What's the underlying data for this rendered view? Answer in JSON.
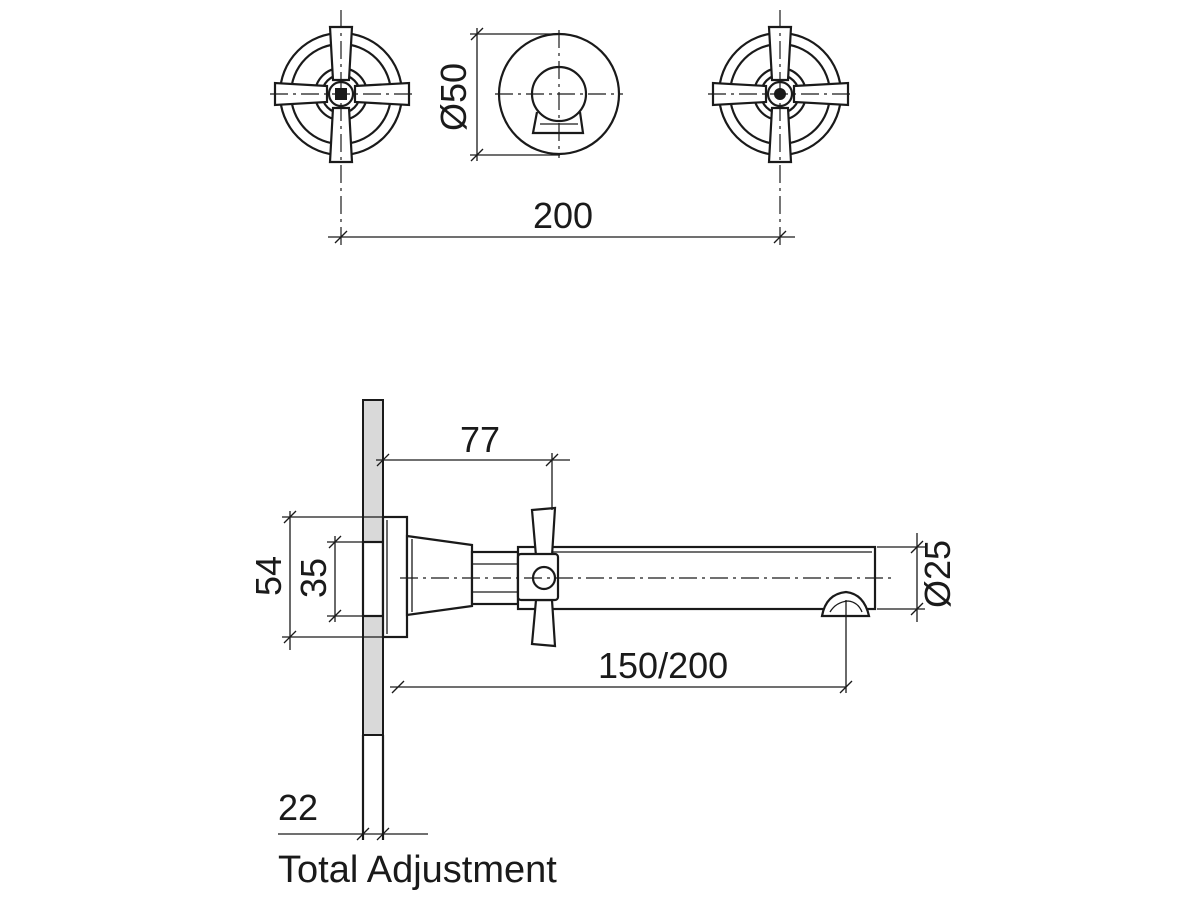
{
  "top_view": {
    "overall_width_label": "200",
    "spout_flange_diameter_label": "Ø50"
  },
  "side_view": {
    "handle_offset_label": "77",
    "flange_height_label": "54",
    "body_height_label": "35",
    "spout_diameter_label": "Ø25",
    "spout_length_label": "150/200",
    "wall_adjustment_label": "22",
    "caption": "Total Adjustment"
  },
  "colors": {
    "line": "#1a1a1a",
    "wall_fill": "#d9d9d9",
    "background": "#ffffff"
  }
}
